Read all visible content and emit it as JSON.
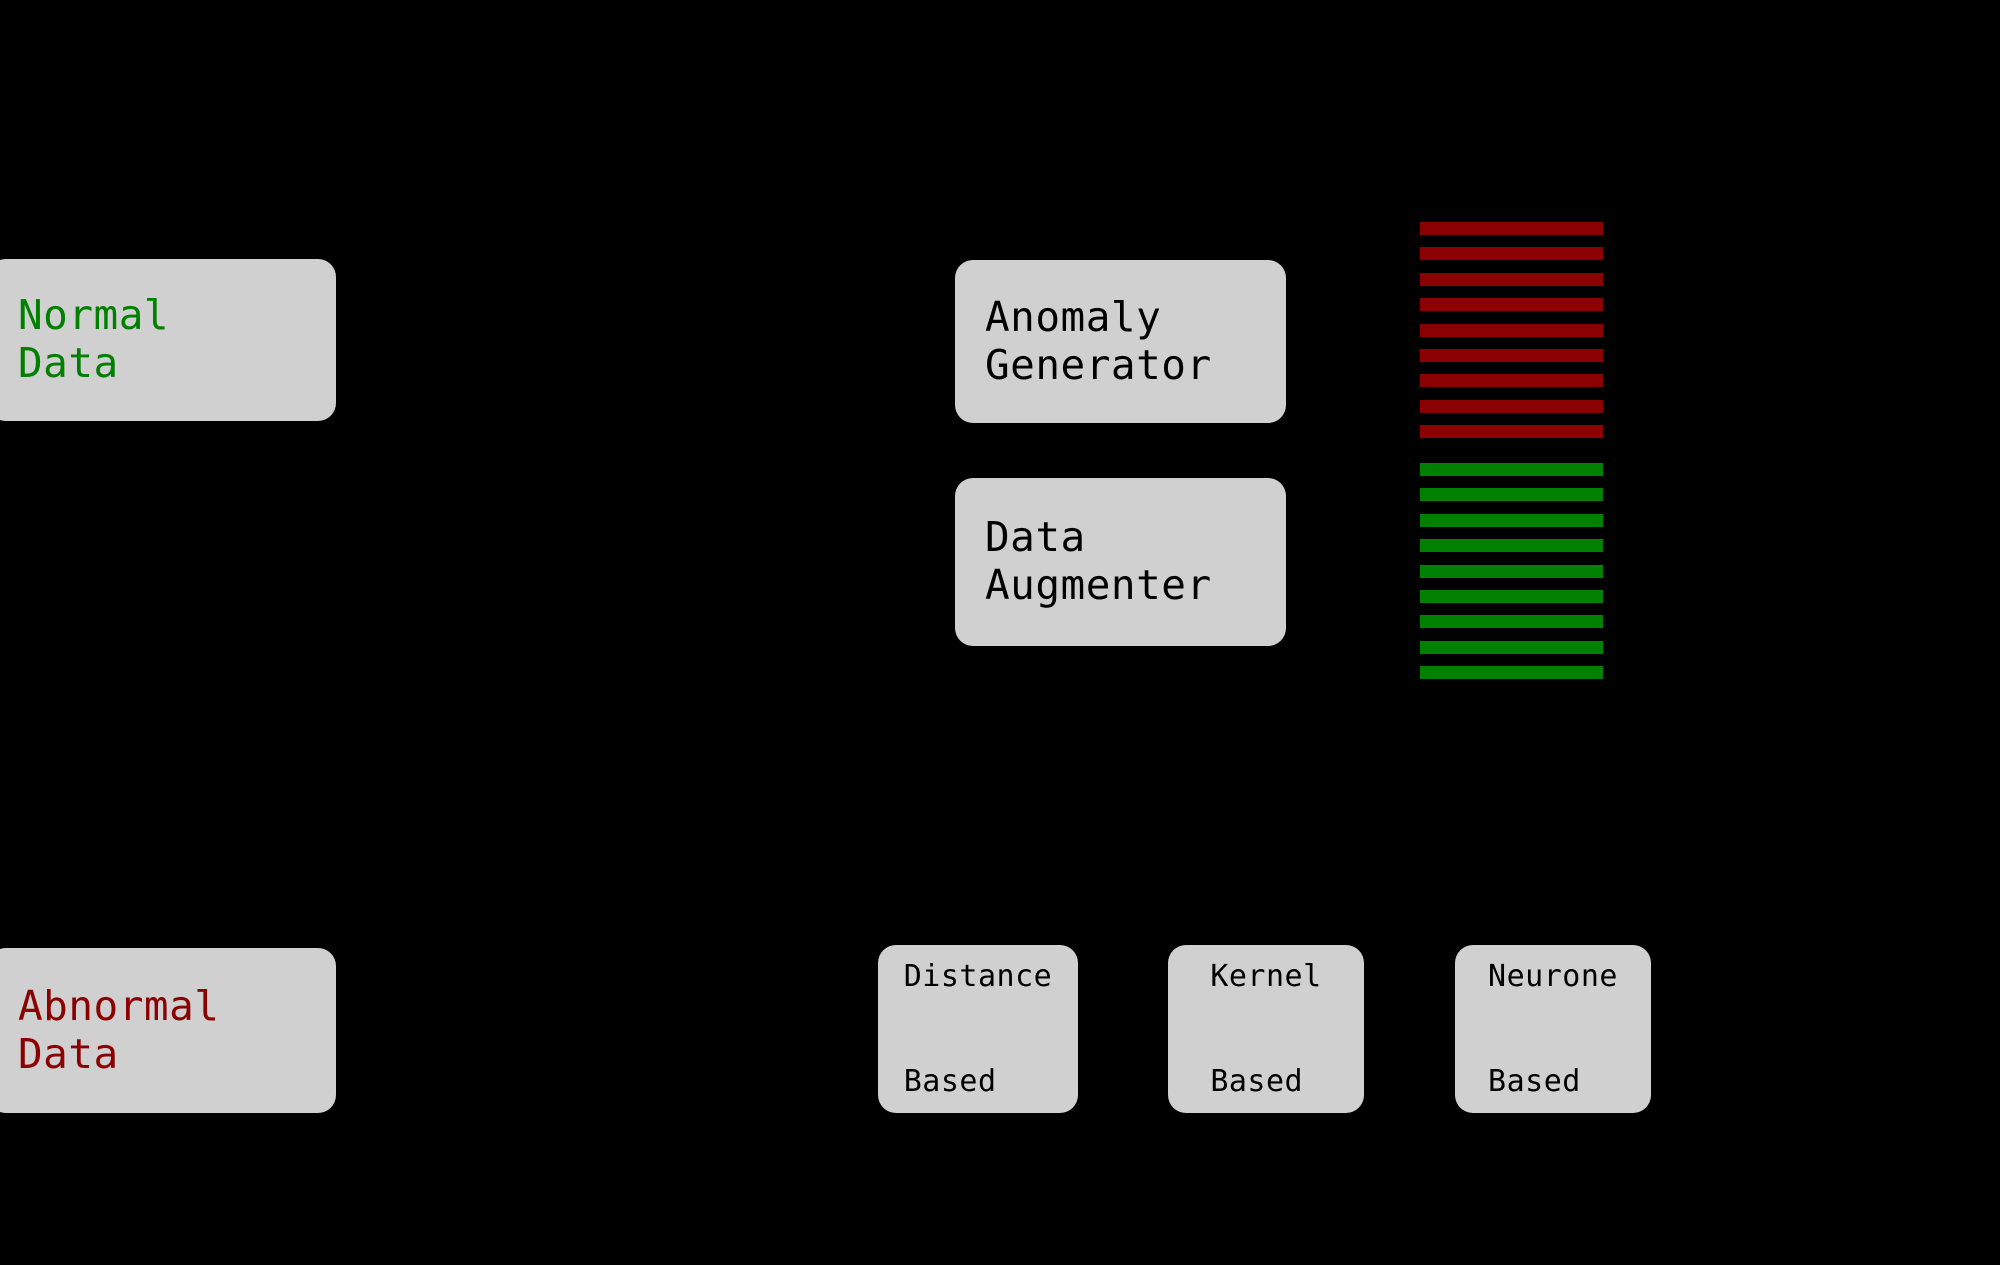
{
  "diagram": {
    "background_color": "#000000",
    "node_fill": "#d0d0d0",
    "colors": {
      "normal_green": "#008000",
      "abnormal_red": "#8b0000",
      "text_black": "#000000"
    },
    "nodes": {
      "normal_data": {
        "line1": "Normal",
        "line2": "Data",
        "text_color": "#008000"
      },
      "abnormal_data": {
        "line1": "Abnormal",
        "line2": "Data",
        "text_color": "#8b0000"
      },
      "anomaly_generator": {
        "line1": "Anomaly",
        "line2": "Generator",
        "text_color": "#000000"
      },
      "data_augmenter": {
        "line1": "Data",
        "line2": "Augmenter",
        "text_color": "#000000"
      },
      "distance_based": {
        "line1": "Distance",
        "line2": "Based",
        "text_color": "#000000"
      },
      "kernel_based": {
        "line1": "Kernel",
        "line2": "Based",
        "text_color": "#000000"
      },
      "neurone_based": {
        "line1": "Neurone",
        "line2": "Based",
        "text_color": "#000000"
      }
    },
    "stripe_block": {
      "label": "generated-dataset-stripes",
      "abnormal_stripe_count": 9,
      "normal_stripe_count": 9,
      "abnormal_color": "#8b0000",
      "normal_color": "#008000",
      "stripe_height": 13,
      "stripe_pitch": 25.4,
      "abnormal_start_y": 0,
      "normal_start_y": 241
    }
  }
}
